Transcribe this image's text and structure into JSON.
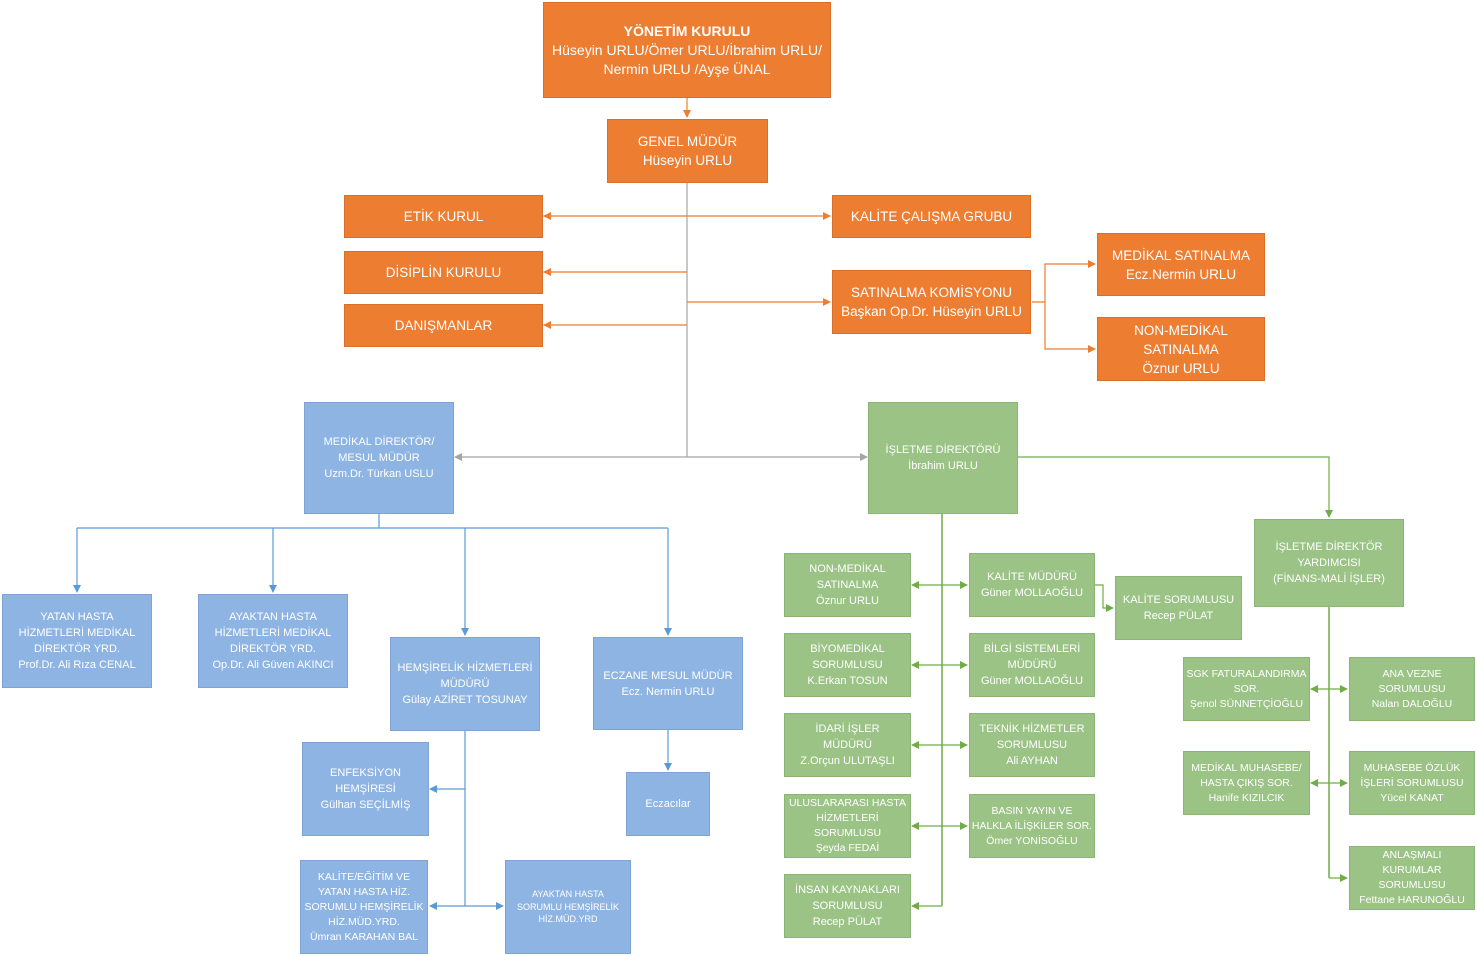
{
  "colors": {
    "orange": "#ed7d31",
    "blue": "#8eb4e3",
    "green": "#9bc386",
    "blue_line": "#5b9bd5",
    "green_line": "#70ad47",
    "gray_line": "#a5a5a5"
  },
  "nodes": {
    "yonetim": [
      "YÖNETİM KURULU",
      "Hüseyin URLU/Ömer URLU/İbrahim URLU/",
      "Nermin URLU /Ayşe ÜNAL"
    ],
    "genel": [
      "GENEL MÜDÜR",
      "Hüseyin URLU"
    ],
    "etik": [
      "ETİK KURUL"
    ],
    "disiplin": [
      "DİSİPLİN KURULU"
    ],
    "danismanlar": [
      "DANIŞMANLAR"
    ],
    "kalite_grubu": [
      "KALİTE ÇALIŞMA GRUBU"
    ],
    "satinalma_kom": [
      "SATINALMA KOMİSYONU",
      "Başkan Op.Dr. Hüseyin URLU"
    ],
    "medikal_sat": [
      "MEDİKAL SATINALMA",
      "Ecz.Nermin URLU"
    ],
    "nonmedikal_sat": [
      "NON-MEDİKAL",
      "SATINALMA",
      "Öznur URLU"
    ],
    "medikal_dir": [
      "MEDİKAL DİREKTÖR/",
      "MESUL MÜDÜR",
      "Uzm.Dr. Türkan USLU"
    ],
    "isletme_dir": [
      "İŞLETME DİREKTÖRÜ",
      "İbrahim URLU"
    ],
    "yatan": [
      "YATAN HASTA",
      "HİZMETLERİ MEDİKAL",
      "DİREKTÖR YRD.",
      "Prof.Dr. Ali Rıza CENAL"
    ],
    "ayaktan": [
      "AYAKTAN HASTA",
      "HİZMETLERİ MEDİKAL",
      "DİREKTÖR YRD.",
      "Op.Dr. Ali Güven AKINCI"
    ],
    "hemsirelik": [
      "HEMŞİRELİK HİZMETLERİ",
      "MÜDÜRÜ",
      "Gülay AZİRET TOSUNAY"
    ],
    "eczane": [
      "ECZANE MESUL MÜDÜR",
      "Ecz. Nermin URLU"
    ],
    "enfeksiyon": [
      "ENFEKSİYON",
      "HEMŞİRESİ",
      "Gülhan SEÇİLMİŞ"
    ],
    "kalite_egitim": [
      "KALİTE/EĞİTİM VE",
      "YATAN HASTA HİZ.",
      "SORUMLU HEMŞİRELİK",
      "HİZ.MÜD.YRD.",
      "Ümran KARAHAN BAL"
    ],
    "ayaktan_hem": [
      "AYAKTAN HASTA",
      "SORUMLU HEMŞİRELİK",
      "HİZ.MÜD.YRD"
    ],
    "eczacilar": [
      "Eczacılar"
    ],
    "isl_nonmed": [
      "NON-MEDİKAL",
      "SATINALMA",
      "Öznur URLU"
    ],
    "kalite_mud": [
      "KALİTE MÜDÜRÜ",
      "Güner MOLLAOĞLU"
    ],
    "kalite_sor": [
      "KALİTE SORUMLUSU",
      "Recep PÜLAT"
    ],
    "biyomedikal": [
      "BİYOMEDİKAL",
      "SORUMLUSU",
      "K.Erkan TOSUN"
    ],
    "bilgi": [
      "BİLGİ SİSTEMLERİ",
      "MÜDÜRÜ",
      "Güner MOLLAOĞLU"
    ],
    "idari": [
      "İDARİ İŞLER",
      "MÜDÜRÜ",
      "Z.Orçun ULUTAŞLI"
    ],
    "teknik": [
      "TEKNİK HİZMETLER",
      "SORUMLUSU",
      "Ali AYHAN"
    ],
    "uluslararasi": [
      "ULUSLARARASI HASTA",
      "HİZMETLERİ",
      "SORUMLUSU",
      "Şeyda FEDAİ"
    ],
    "basin": [
      "BASIN YAYIN VE",
      "HALKLA İLİŞKİLER SOR.",
      "Ömer YONİSOĞLU"
    ],
    "insan": [
      "İNSAN KAYNAKLARI",
      "SORUMLUSU",
      "Recep PÜLAT"
    ],
    "isl_yrd": [
      "İŞLETME DİREKTÖR",
      "YARDIMCISI",
      "(FİNANS-MALİ İŞLER)"
    ],
    "sgk": [
      "SGK FATURALANDIRMA",
      "SOR.",
      "Şenol SÜNNETÇİOĞLU"
    ],
    "ana_vezne": [
      "ANA VEZNE",
      "SORUMLUSU",
      "Nalan DALOĞLU"
    ],
    "medikal_muh": [
      "MEDİKAL MUHASEBE/",
      "HASTA ÇIKIŞ SOR.",
      "Hanife KIZILCIK"
    ],
    "muhasebe_ozluk": [
      "MUHASEBE ÖZLÜK",
      "İŞLERİ SORUMLUSU",
      "Yücel KANAT"
    ],
    "anlasmali": [
      "ANLAŞMALI",
      "KURUMLAR",
      "SORUMLUSU",
      "Fettane HARUNOĞLU"
    ]
  }
}
